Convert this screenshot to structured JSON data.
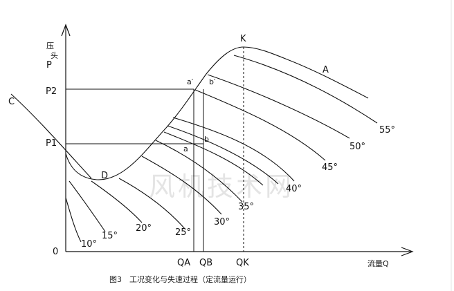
{
  "axes": {
    "y_label_top": "压",
    "y_label_mid": "头",
    "y_label_letter": "P",
    "x_label": "流量Q",
    "origin": "0"
  },
  "pressure_ticks": [
    "P2",
    "P1"
  ],
  "flow_ticks": [
    "QA",
    "QB",
    "QK"
  ],
  "points": {
    "C": "C",
    "D": "D",
    "K": "K",
    "A": "A",
    "a_prime": "a′",
    "b_prime": "b′",
    "a": "a",
    "b": "b"
  },
  "angle_labels": [
    "10°",
    "15°",
    "20°",
    "25°",
    "30°",
    "35°",
    "40°",
    "45°",
    "50°",
    "55°"
  ],
  "watermark": "风机技术网",
  "caption": "图3　工况变化与失速过程（定流量运行）"
}
